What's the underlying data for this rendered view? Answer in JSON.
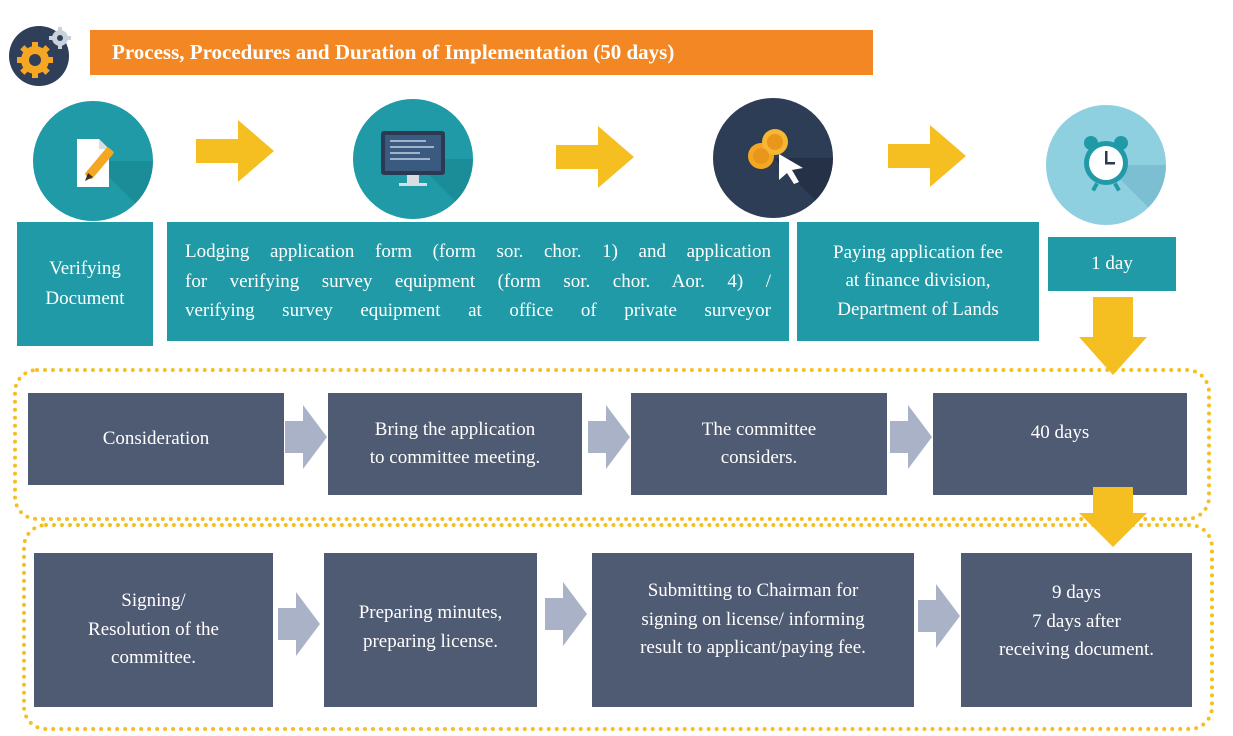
{
  "header": {
    "title": "Process, Procedures and Duration of Implementation (50 days)",
    "logo_icon": "gear-icon"
  },
  "colors": {
    "orange": "#f28724",
    "teal": "#1f9aa6",
    "slate": "#4f5a73",
    "yellow": "#f5bf21",
    "gray_arrow": "#a9b2c6"
  },
  "top_row": {
    "icons": [
      "document-pen-icon",
      "computer-monitor-icon",
      "coins-cursor-icon",
      "alarm-clock-icon"
    ],
    "step1": "Verifying\nDocument",
    "step2_lines": [
      "Lodging application form (form sor. chor. 1) and application",
      "for verifying survey equipment (form sor. chor. Aor. 4) /",
      "verifying survey equipment at office of private surveyor"
    ],
    "step3": "Paying application fee\nat finance division,\nDepartment of Lands",
    "duration": "1 day"
  },
  "middle_row": {
    "step1": "Consideration",
    "step2": "Bring the application\nto committee meeting.",
    "step3": "The committee\nconsiders.",
    "duration": "40 days"
  },
  "bottom_row": {
    "step1": "Signing/\nResolution of the\ncommittee.",
    "step2": "Preparing minutes,\npreparing license.",
    "step3": "Submitting to Chairman for\nsigning on license/ informing\nresult to applicant/paying fee.",
    "duration": "9 days\n7 days after\nreceiving document."
  }
}
